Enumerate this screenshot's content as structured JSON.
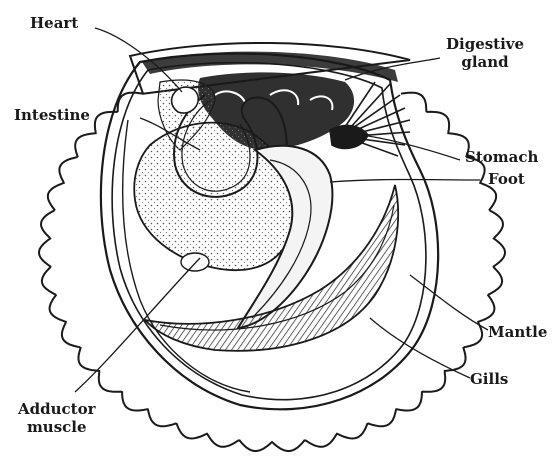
{
  "labels": {
    "heart": "Heart",
    "digestive_gland_line1": "Digestive",
    "digestive_gland_line2": "gland",
    "intestine": "Intestine",
    "stomach": "Stomach",
    "foot": "Foot",
    "mantle": "Mantle",
    "gills": "Gills",
    "adductor_line1": "Adductor",
    "adductor_line2": "muscle"
  },
  "colors": {
    "ink": "#1a1a1a",
    "background": "#ffffff"
  }
}
